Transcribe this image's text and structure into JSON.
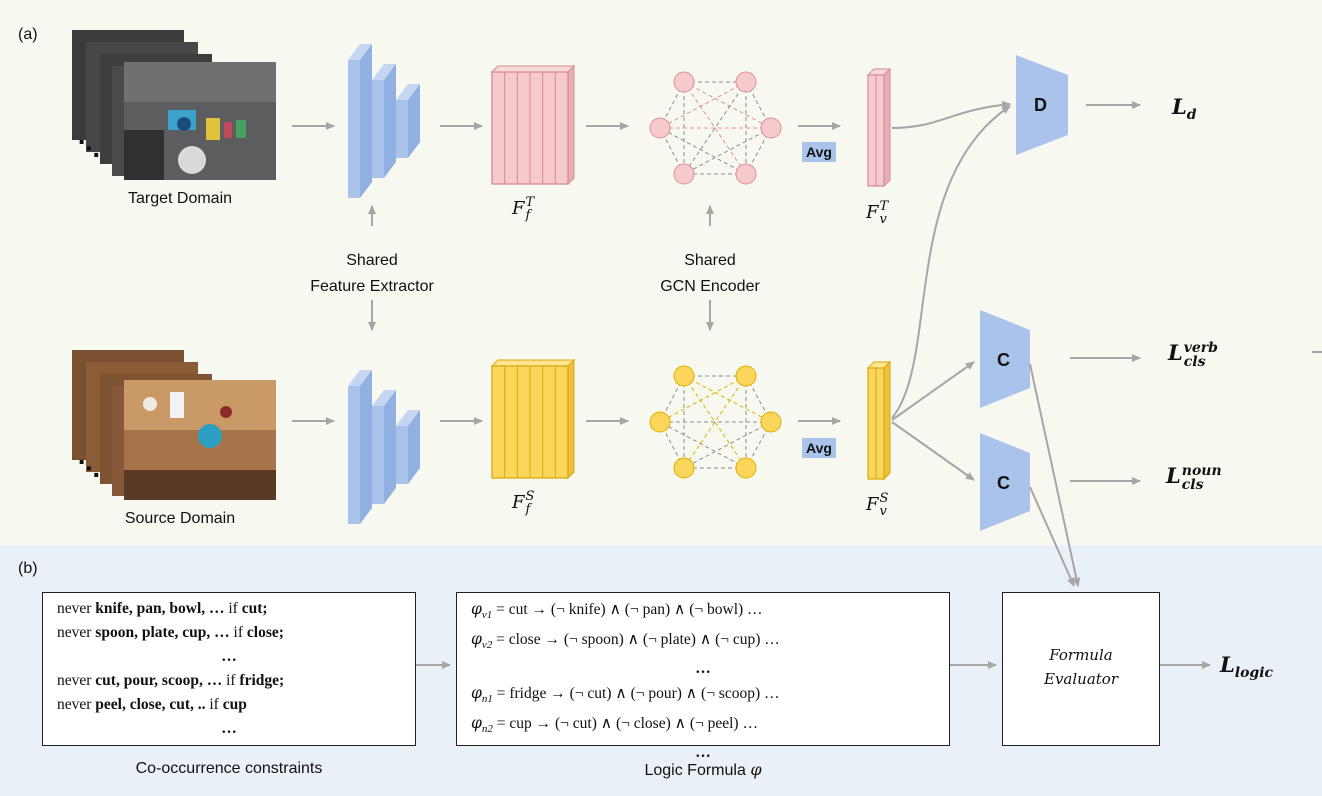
{
  "panel_labels": {
    "a": "(a)",
    "b": "(b)"
  },
  "domains": {
    "target": "Target Domain",
    "source": "Source Domain"
  },
  "shared_feature_extractor": [
    "Shared",
    "Feature Extractor"
  ],
  "shared_gcn_encoder": [
    "Shared",
    "GCN Encoder"
  ],
  "avg_label": "Avg",
  "features": {
    "frame_target": {
      "base": "F",
      "sub": "f",
      "sup": "T"
    },
    "frame_source": {
      "base": "F",
      "sub": "f",
      "sup": "S"
    },
    "video_target": {
      "base": "F",
      "sub": "v",
      "sup": "T"
    },
    "video_source": {
      "base": "F",
      "sub": "v",
      "sup": "S"
    }
  },
  "heads": {
    "discriminator": "D",
    "classifier": "C"
  },
  "losses": {
    "domain": {
      "base": "L",
      "sub": "d"
    },
    "verb": {
      "base": "L",
      "sub": "cls",
      "sup": "verb"
    },
    "noun": {
      "base": "L",
      "sub": "cls",
      "sup": "noun"
    },
    "logic": {
      "base": "L",
      "sub": "logic"
    }
  },
  "constraints": {
    "lines": [
      [
        {
          "t": "never "
        },
        {
          "t": "knife, pan, bowl, …",
          "b": true
        },
        {
          "t": " if "
        },
        {
          "t": "cut;",
          "b": true
        }
      ],
      [
        {
          "t": "never "
        },
        {
          "t": "spoon, plate, cup, …",
          "b": true
        },
        {
          "t": " if "
        },
        {
          "t": "close;",
          "b": true
        }
      ],
      [
        {
          "t": "…",
          "b": true,
          "c": true
        }
      ],
      [
        {
          "t": "never "
        },
        {
          "t": "cut, pour, scoop, …",
          "b": true
        },
        {
          "t": " if "
        },
        {
          "t": "fridge;",
          "b": true
        }
      ],
      [
        {
          "t": "never "
        },
        {
          "t": "peel, close, cut, ..",
          "b": true
        },
        {
          "t": " if "
        },
        {
          "t": "cup",
          "b": true
        }
      ],
      [
        {
          "t": "…",
          "b": true,
          "c": true
        }
      ]
    ],
    "caption": "Co-occurrence constraints"
  },
  "formulas": {
    "lines": [
      {
        "phi": "φ",
        "sub": "v1",
        "text": " = cut → (¬ knife) ∧ (¬ pan) ∧ (¬ bowl) …"
      },
      {
        "phi": "φ",
        "sub": "v2",
        "text": " = close → (¬ spoon) ∧ (¬ plate) ∧ (¬ cup) …"
      },
      {
        "dots": "…"
      },
      {
        "phi": "φ",
        "sub": "n1",
        "text": " = fridge → (¬ cut) ∧ (¬ pour) ∧ (¬ scoop) …"
      },
      {
        "phi": "φ",
        "sub": "n2",
        "text": " = cup → (¬ cut) ∧ (¬ close) ∧ (¬ peel) …"
      },
      {
        "dots": "…"
      }
    ],
    "caption": "Logic Formula",
    "caption_symbol": "φ"
  },
  "evaluator": [
    "Formula",
    "Evaluator"
  ],
  "colors": {
    "panel_a_bg": "#f7f9f1",
    "panel_b_bg": "#e9f0f8",
    "extractor_blue": "#a9c3ea",
    "target_pink": "#f6c9cc",
    "source_yellow": "#fcd55c",
    "arrow_gray": "#a6a6a6"
  }
}
